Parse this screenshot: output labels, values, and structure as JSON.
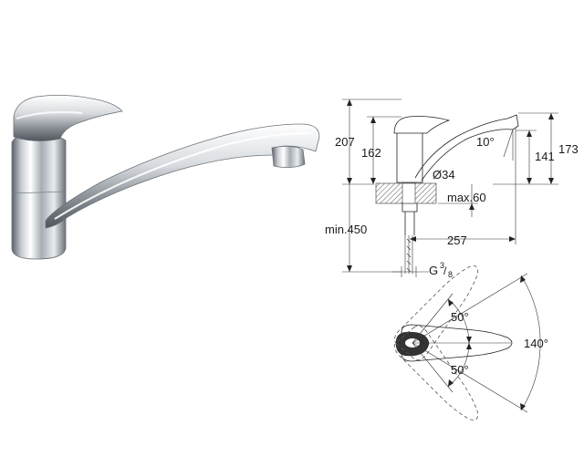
{
  "product_photo": {
    "alt": "chrome single-lever kitchen faucet"
  },
  "side_view": {
    "dimensions": {
      "total_height": "207",
      "lever_height": "162",
      "spout_height": "173",
      "outlet_height": "141",
      "outlet_angle": "10°",
      "body_diameter": "Ø34",
      "max_thickness": "max.60",
      "min_supply": "min.450",
      "reach": "257",
      "thread": "G",
      "thread_num": "3",
      "thread_den": "8"
    }
  },
  "top_view": {
    "angles": {
      "upper": "50°",
      "lower": "50°",
      "swivel": "140°"
    }
  },
  "colors": {
    "chrome_dark": "#4a4f55",
    "chrome_light": "#f2f4f6",
    "line": "#222222"
  }
}
